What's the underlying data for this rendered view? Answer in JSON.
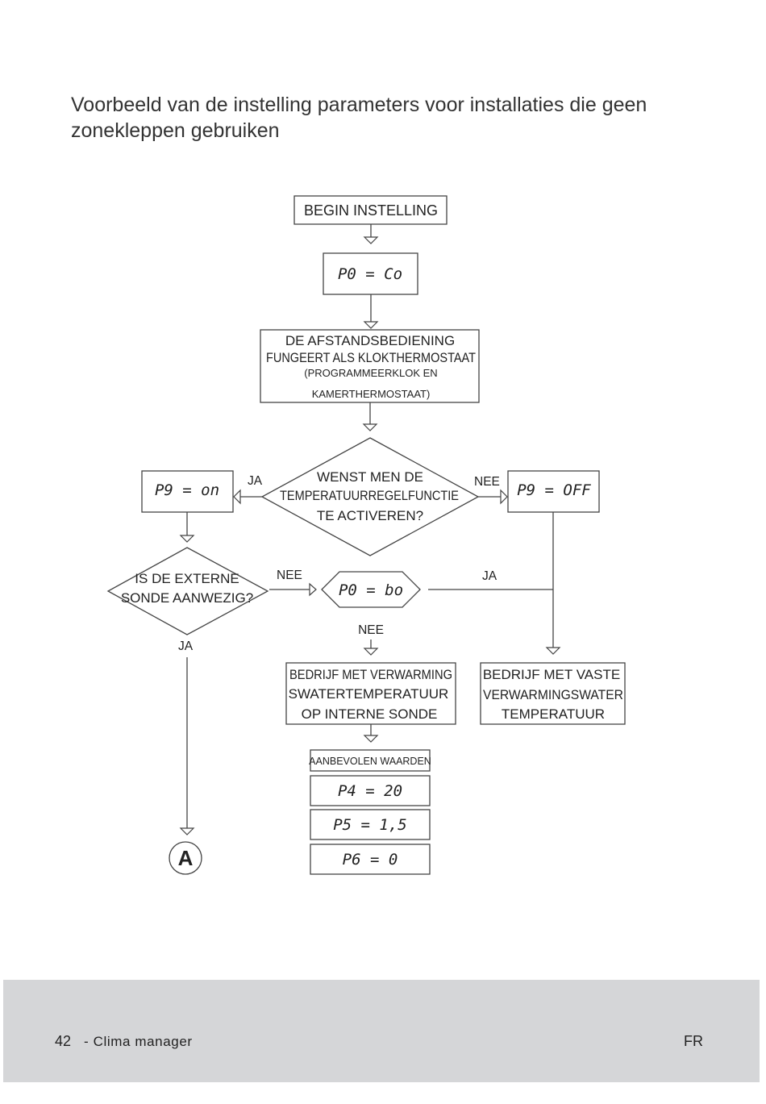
{
  "title": "Voorbeeld van de instelling parameters voor installaties die geen zonekleppen gebruiken",
  "flow": {
    "start": "BEGIN INSTELLING",
    "p0_co": "P0 = Co",
    "remote": {
      "line1": "DE AFSTANDSBEDIENING",
      "line2": "FUNGEERT ALS KLOKTHERMOSTAAT",
      "line3": "(PROGRAMMEERKLOK EN",
      "line4": "KAMERTHERMOSTAAT)"
    },
    "question_temp": {
      "line1": "WENST MEN DE",
      "line2": "TEMPERATUURREGELFUNCTIE",
      "line3": "TE ACTIVEREN?"
    },
    "label_ja_left": "JA",
    "label_nee_right": "NEE",
    "p9_on": "P9 = on",
    "p9_off": "P9 = OFF",
    "question_probe": {
      "line1": "IS DE EXTERNE",
      "line2": "SONDE AANWEZIG?"
    },
    "label_nee_probe": "NEE",
    "label_ja_probe": "JA",
    "p0_bo": "P0 = bo",
    "label_ja_bo": "JA",
    "label_nee_bo": "NEE",
    "op_internal": {
      "line1": "BEDRIJF MET VERWARMING",
      "line2": "SWATERTEMPERATUUR",
      "line3": "OP INTERNE SONDE"
    },
    "op_fixed": {
      "line1": "BEDRIJF MET VASTE",
      "line2": "VERWARMINGSWATER",
      "line3": "TEMPERATUUR"
    },
    "recommended": "AANBEVOLEN WAARDEN",
    "p4": "P4 = 20",
    "p5": "P5 = 1,5",
    "p6": "P6 = 0",
    "connector": "A"
  },
  "footer": {
    "page_number": "42",
    "doc_name": "- Clima manager",
    "language": "FR"
  }
}
